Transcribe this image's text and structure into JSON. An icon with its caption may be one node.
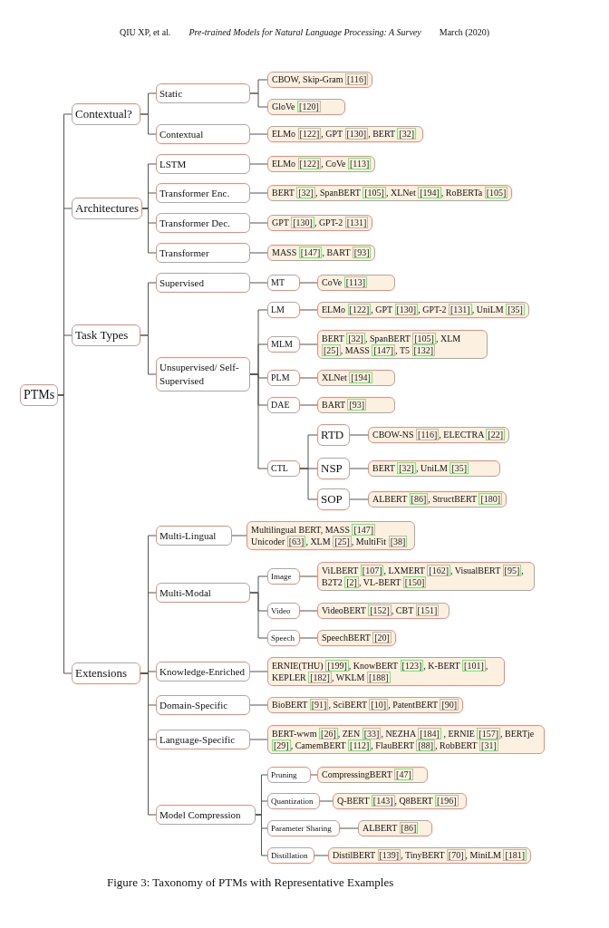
{
  "diagram": {
    "title": "Pre-trained Models for Natural Language Processing: A Survey",
    "caption": "Figure 3: Taxonomy of PTMs with Representative Examples",
    "nodes": [
      {
        "text": [
          "PTMs"
        ]
      },
      {
        "text": [
          "Contextual?"
        ]
      },
      {
        "text": [
          "Architectures"
        ]
      },
      {
        "text": [
          "Task Types"
        ]
      },
      {
        "text": [
          "Extensions"
        ]
      },
      {
        "text": [
          "Static"
        ]
      },
      {
        "text": [
          "Contextual"
        ]
      },
      {
        "text": [
          "CBOW, Skip-Gram [116]"
        ]
      },
      {
        "text": [
          "GloVe [120]"
        ]
      },
      {
        "text": [
          "ELMo [122], GPT [130], BERT [32]"
        ]
      },
      {
        "text": [
          "LSTM"
        ]
      },
      {
        "text": [
          "ELMo [122], CoVe [113]"
        ]
      },
      {
        "text": [
          "Transformer Enc."
        ]
      },
      {
        "text": [
          "BERT [32], SpanBERT [105], XLNet [194], RoBERTa [105]"
        ]
      },
      {
        "text": [
          "Transformer Dec."
        ]
      },
      {
        "text": [
          "GPT [130], GPT-2 [131]"
        ]
      },
      {
        "text": [
          "Transformer"
        ]
      },
      {
        "text": [
          "MASS [147], BART [93]"
        ]
      },
      {
        "text": [
          "Supervised"
        ]
      },
      {
        "text": [
          "MT"
        ]
      },
      {
        "text": [
          "CoVe [113]"
        ]
      },
      {
        "text": [
          "Unsupervised/ Self-Supervised"
        ]
      },
      {
        "text": [
          "LM"
        ]
      },
      {
        "text": [
          "ELMo [122], GPT [130], GPT-2 [131], UniLM [35]"
        ]
      },
      {
        "text": [
          "MLM"
        ]
      },
      {
        "text": [
          "BERT [32], SpanBERT [105], XLM [25], MASS [147], T5 [132]"
        ]
      },
      {
        "text": [
          "PLM"
        ]
      },
      {
        "text": [
          "XLNet [194]"
        ]
      },
      {
        "text": [
          "DAE"
        ]
      },
      {
        "text": [
          "BART [93]"
        ]
      },
      {
        "text": [
          "CTL"
        ]
      },
      {
        "text": [
          "RTD"
        ]
      },
      {
        "text": [
          "CBOW-NS [116], ELECTRA [22]"
        ]
      },
      {
        "text": [
          "NSP"
        ]
      },
      {
        "text": [
          "BERT [32], UniLM [35]"
        ]
      },
      {
        "text": [
          "SOP"
        ]
      },
      {
        "text": [
          "ALBERT [86], StructBERT [180]"
        ]
      },
      {
        "text": [
          "Multi-Lingual"
        ]
      },
      {
        "text": [
          "Multilingual BERT, MASS [147] Unicoder [63], XLM [25], MultiFit [38]"
        ]
      },
      {
        "text": [
          "Multi-Modal"
        ]
      },
      {
        "text": [
          "Image"
        ]
      },
      {
        "text": [
          "ViLBERT [107], LXMERT [162], VisualBERT [95], B2T2 [2], VL-BERT [150]"
        ]
      },
      {
        "text": [
          "Video"
        ]
      },
      {
        "text": [
          "VideoBERT [152], CBT [151]"
        ]
      },
      {
        "text": [
          "Speech"
        ]
      },
      {
        "text": [
          "SpeechBERT [20]"
        ]
      },
      {
        "text": [
          "Knowledge-Enriched"
        ]
      },
      {
        "text": [
          "ERNIE(THU) [199], KnowBERT [123], K-BERT [101], KEPLER [182], WKLM [188]"
        ]
      },
      {
        "text": [
          "Domain-Specific"
        ]
      },
      {
        "text": [
          "BioBERT [91], SciBERT [10], PatentBERT [90]"
        ]
      },
      {
        "text": [
          "Language-Specific"
        ]
      },
      {
        "text": [
          "BERT-wwm [26], ZEN [33], NEZHA [184] , ERNIE [157], BERTje [29], CamemBERT [112], FlauBERT [88], RobBERT [31]"
        ]
      },
      {
        "text": [
          "Model Compression"
        ]
      },
      {
        "text": [
          "Pruning"
        ]
      },
      {
        "text": [
          "CompressingBERT [47]"
        ]
      },
      {
        "text": [
          "Quantization"
        ]
      },
      {
        "text": [
          "Q-BERT [143], Q8BERT [196]"
        ]
      },
      {
        "text": [
          "Parameter Sharing"
        ]
      },
      {
        "text": [
          "ALBERT [86]"
        ]
      },
      {
        "text": [
          "Distillation"
        ]
      },
      {
        "text": [
          "DistilBERT [139], TinyBERT [70], MiniLM [181]"
        ]
      }
    ],
    "edges": [
      {
        "from": 0,
        "to": 1,
        "arrow": "none"
      },
      {
        "from": 0,
        "to": 2,
        "arrow": "none"
      },
      {
        "from": 0,
        "to": 3,
        "arrow": "none"
      },
      {
        "from": 0,
        "to": 4,
        "arrow": "none"
      },
      {
        "from": 1,
        "to": 5,
        "arrow": "none"
      },
      {
        "from": 1,
        "to": 6,
        "arrow": "none"
      },
      {
        "from": 5,
        "to": 7,
        "arrow": "none"
      },
      {
        "from": 5,
        "to": 8,
        "arrow": "none"
      },
      {
        "from": 6,
        "to": 9,
        "arrow": "none"
      },
      {
        "from": 2,
        "to": 10,
        "arrow": "none"
      },
      {
        "from": 2,
        "to": 12,
        "arrow": "none"
      },
      {
        "from": 2,
        "to": 14,
        "arrow": "none"
      },
      {
        "from": 2,
        "to": 16,
        "arrow": "none"
      },
      {
        "from": 10,
        "to": 11,
        "arrow": "none"
      },
      {
        "from": 12,
        "to": 13,
        "arrow": "none"
      },
      {
        "from": 14,
        "to": 15,
        "arrow": "none"
      },
      {
        "from": 16,
        "to": 17,
        "arrow": "none"
      },
      {
        "from": 3,
        "to": 18,
        "arrow": "none"
      },
      {
        "from": 3,
        "to": 21,
        "arrow": "none"
      },
      {
        "from": 18,
        "to": 19,
        "arrow": "none"
      },
      {
        "from": 19,
        "to": 20,
        "arrow": "none"
      },
      {
        "from": 21,
        "to": 22,
        "arrow": "none"
      },
      {
        "from": 21,
        "to": 24,
        "arrow": "none"
      },
      {
        "from": 21,
        "to": 26,
        "arrow": "none"
      },
      {
        "from": 21,
        "to": 28,
        "arrow": "none"
      },
      {
        "from": 21,
        "to": 30,
        "arrow": "none"
      },
      {
        "from": 22,
        "to": 23,
        "arrow": "none"
      },
      {
        "from": 24,
        "to": 25,
        "arrow": "none"
      },
      {
        "from": 26,
        "to": 27,
        "arrow": "none"
      },
      {
        "from": 28,
        "to": 29,
        "arrow": "none"
      },
      {
        "from": 30,
        "to": 31,
        "arrow": "none"
      },
      {
        "from": 30,
        "to": 33,
        "arrow": "none"
      },
      {
        "from": 30,
        "to": 35,
        "arrow": "none"
      },
      {
        "from": 31,
        "to": 32,
        "arrow": "none"
      },
      {
        "from": 33,
        "to": 34,
        "arrow": "none"
      },
      {
        "from": 35,
        "to": 36,
        "arrow": "none"
      },
      {
        "from": 4,
        "to": 37,
        "arrow": "none"
      },
      {
        "from": 4,
        "to": 39,
        "arrow": "none"
      },
      {
        "from": 4,
        "to": 46,
        "arrow": "none"
      },
      {
        "from": 4,
        "to": 48,
        "arrow": "none"
      },
      {
        "from": 4,
        "to": 50,
        "arrow": "none"
      },
      {
        "from": 4,
        "to": 52,
        "arrow": "none"
      },
      {
        "from": 37,
        "to": 38,
        "arrow": "none"
      },
      {
        "from": 39,
        "to": 40,
        "arrow": "none"
      },
      {
        "from": 39,
        "to": 42,
        "arrow": "none"
      },
      {
        "from": 39,
        "to": 44,
        "arrow": "none"
      },
      {
        "from": 40,
        "to": 41,
        "arrow": "none"
      },
      {
        "from": 42,
        "to": 43,
        "arrow": "none"
      },
      {
        "from": 44,
        "to": 45,
        "arrow": "none"
      },
      {
        "from": 46,
        "to": 47,
        "arrow": "none"
      },
      {
        "from": 48,
        "to": 49,
        "arrow": "none"
      },
      {
        "from": 50,
        "to": 51,
        "arrow": "none"
      },
      {
        "from": 52,
        "to": 53,
        "arrow": "none"
      },
      {
        "from": 52,
        "to": 55,
        "arrow": "none"
      },
      {
        "from": 52,
        "to": 57,
        "arrow": "none"
      },
      {
        "from": 52,
        "to": 59,
        "arrow": "none"
      },
      {
        "from": 53,
        "to": 54,
        "arrow": "none"
      },
      {
        "from": 55,
        "to": 56,
        "arrow": "none"
      },
      {
        "from": 57,
        "to": 58,
        "arrow": "none"
      },
      {
        "from": 59,
        "to": 60,
        "arrow": "none"
      }
    ],
    "labels": [
      "QIU XP, et al.",
      "March (2020)"
    ]
  }
}
